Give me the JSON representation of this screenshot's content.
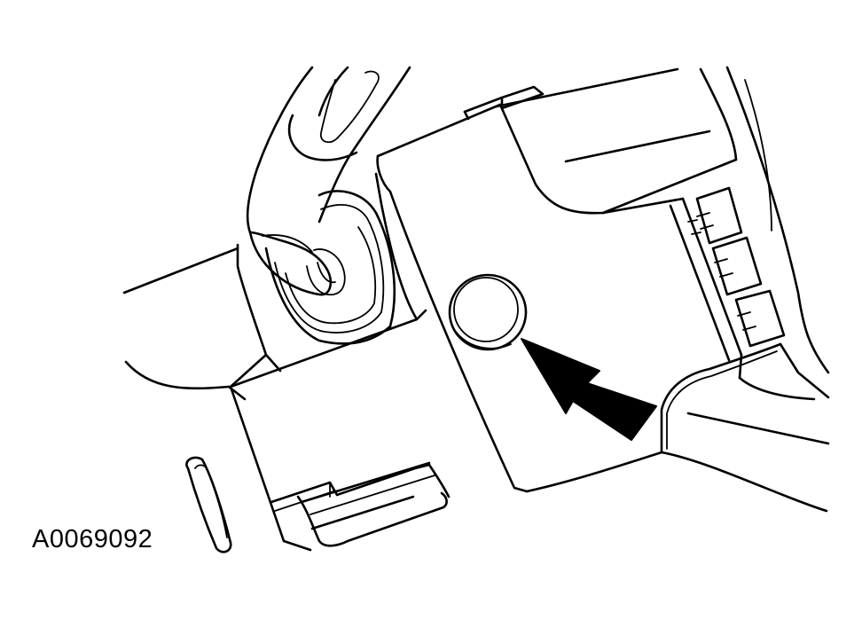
{
  "figure": {
    "id_label": "A0069092"
  },
  "colors": {
    "line": "#000000",
    "background": "#ffffff"
  },
  "callout": {
    "marker": "circle",
    "pointer": "arrow"
  }
}
